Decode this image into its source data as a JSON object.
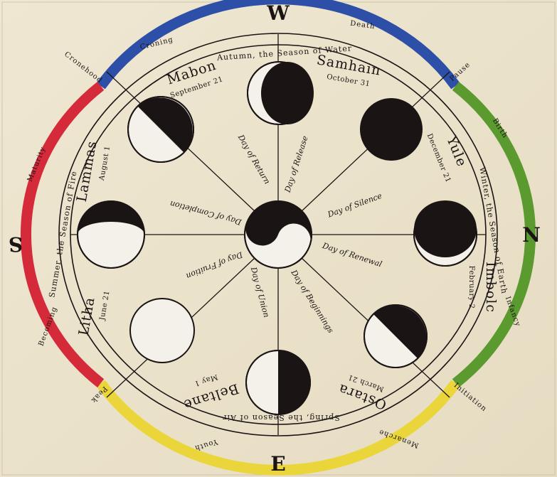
{
  "colors": {
    "parchment": "#ece3cc",
    "ink": "#1a1414",
    "water_blue": "#2d4fa8",
    "earth_green": "#5a9a2e",
    "air_yellow": "#ead63a",
    "fire_red": "#d42a3a"
  },
  "compass": {
    "west": "W",
    "north": "N",
    "east": "E",
    "south": "S"
  },
  "seasons": {
    "autumn": "Autumn, the Season of Water",
    "winter": "Winter, the Season of Earth",
    "spring": "Spring, the Season of Air",
    "summer": "Summer, the Season of Fire"
  },
  "sabbats": [
    {
      "name": "Samhain",
      "date": "October 31"
    },
    {
      "name": "Yule",
      "date": "December 21"
    },
    {
      "name": "Imbolc",
      "date": "February 2"
    },
    {
      "name": "Ostara",
      "date": "March 21"
    },
    {
      "name": "Beltane",
      "date": "May 1"
    },
    {
      "name": "Litha",
      "date": "June 21"
    },
    {
      "name": "Lammas",
      "date": "August 1"
    },
    {
      "name": "Mabon",
      "date": "September 21"
    }
  ],
  "days": [
    "Day of Release",
    "Day of Silence",
    "Day of Renewal",
    "Day of Beginnings",
    "Day of Union",
    "Day of Fruition",
    "Day of Completion",
    "Day of Return"
  ],
  "life_stages": [
    "Death",
    "Pause",
    "Birth",
    "Infancy",
    "Initiation",
    "Menarche",
    "Youth",
    "Peak",
    "Becoming",
    "Maturity",
    "Cronehood",
    "Croning"
  ],
  "moon_icons": [
    "waning-crescent-moon-icon",
    "new-moon-icon",
    "new-moon-icon",
    "waxing-crescent-moon-icon",
    "first-quarter-moon-icon",
    "full-moon-icon",
    "gibbous-moon-icon",
    "last-quarter-moon-icon"
  ],
  "center_icon": "yin-yang-icon"
}
